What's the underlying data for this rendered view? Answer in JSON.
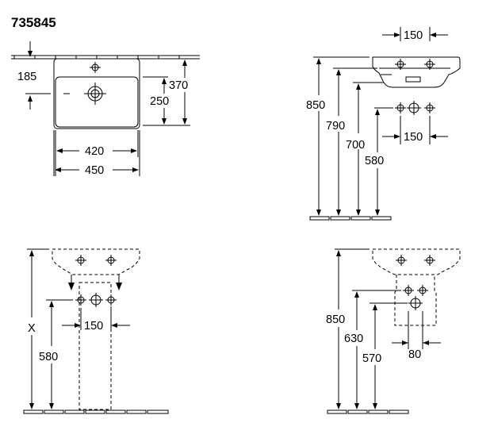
{
  "model_number": "735845",
  "top_view": {
    "offset_left": "185",
    "depth_total": "370",
    "depth_bowl": "250",
    "width_inner": "420",
    "width_outer": "450"
  },
  "side_view": {
    "tap_spacing": "150",
    "height_rim": "850",
    "height_790": "790",
    "height_700": "700",
    "height_580": "580",
    "valve_spacing": "150"
  },
  "pedestal_view": {
    "height_variable": "X",
    "height_580": "580",
    "valve_spacing": "150"
  },
  "semi_pedestal_view": {
    "height_rim": "850",
    "height_630": "630",
    "height_570": "570",
    "trap_spacing": "80"
  }
}
